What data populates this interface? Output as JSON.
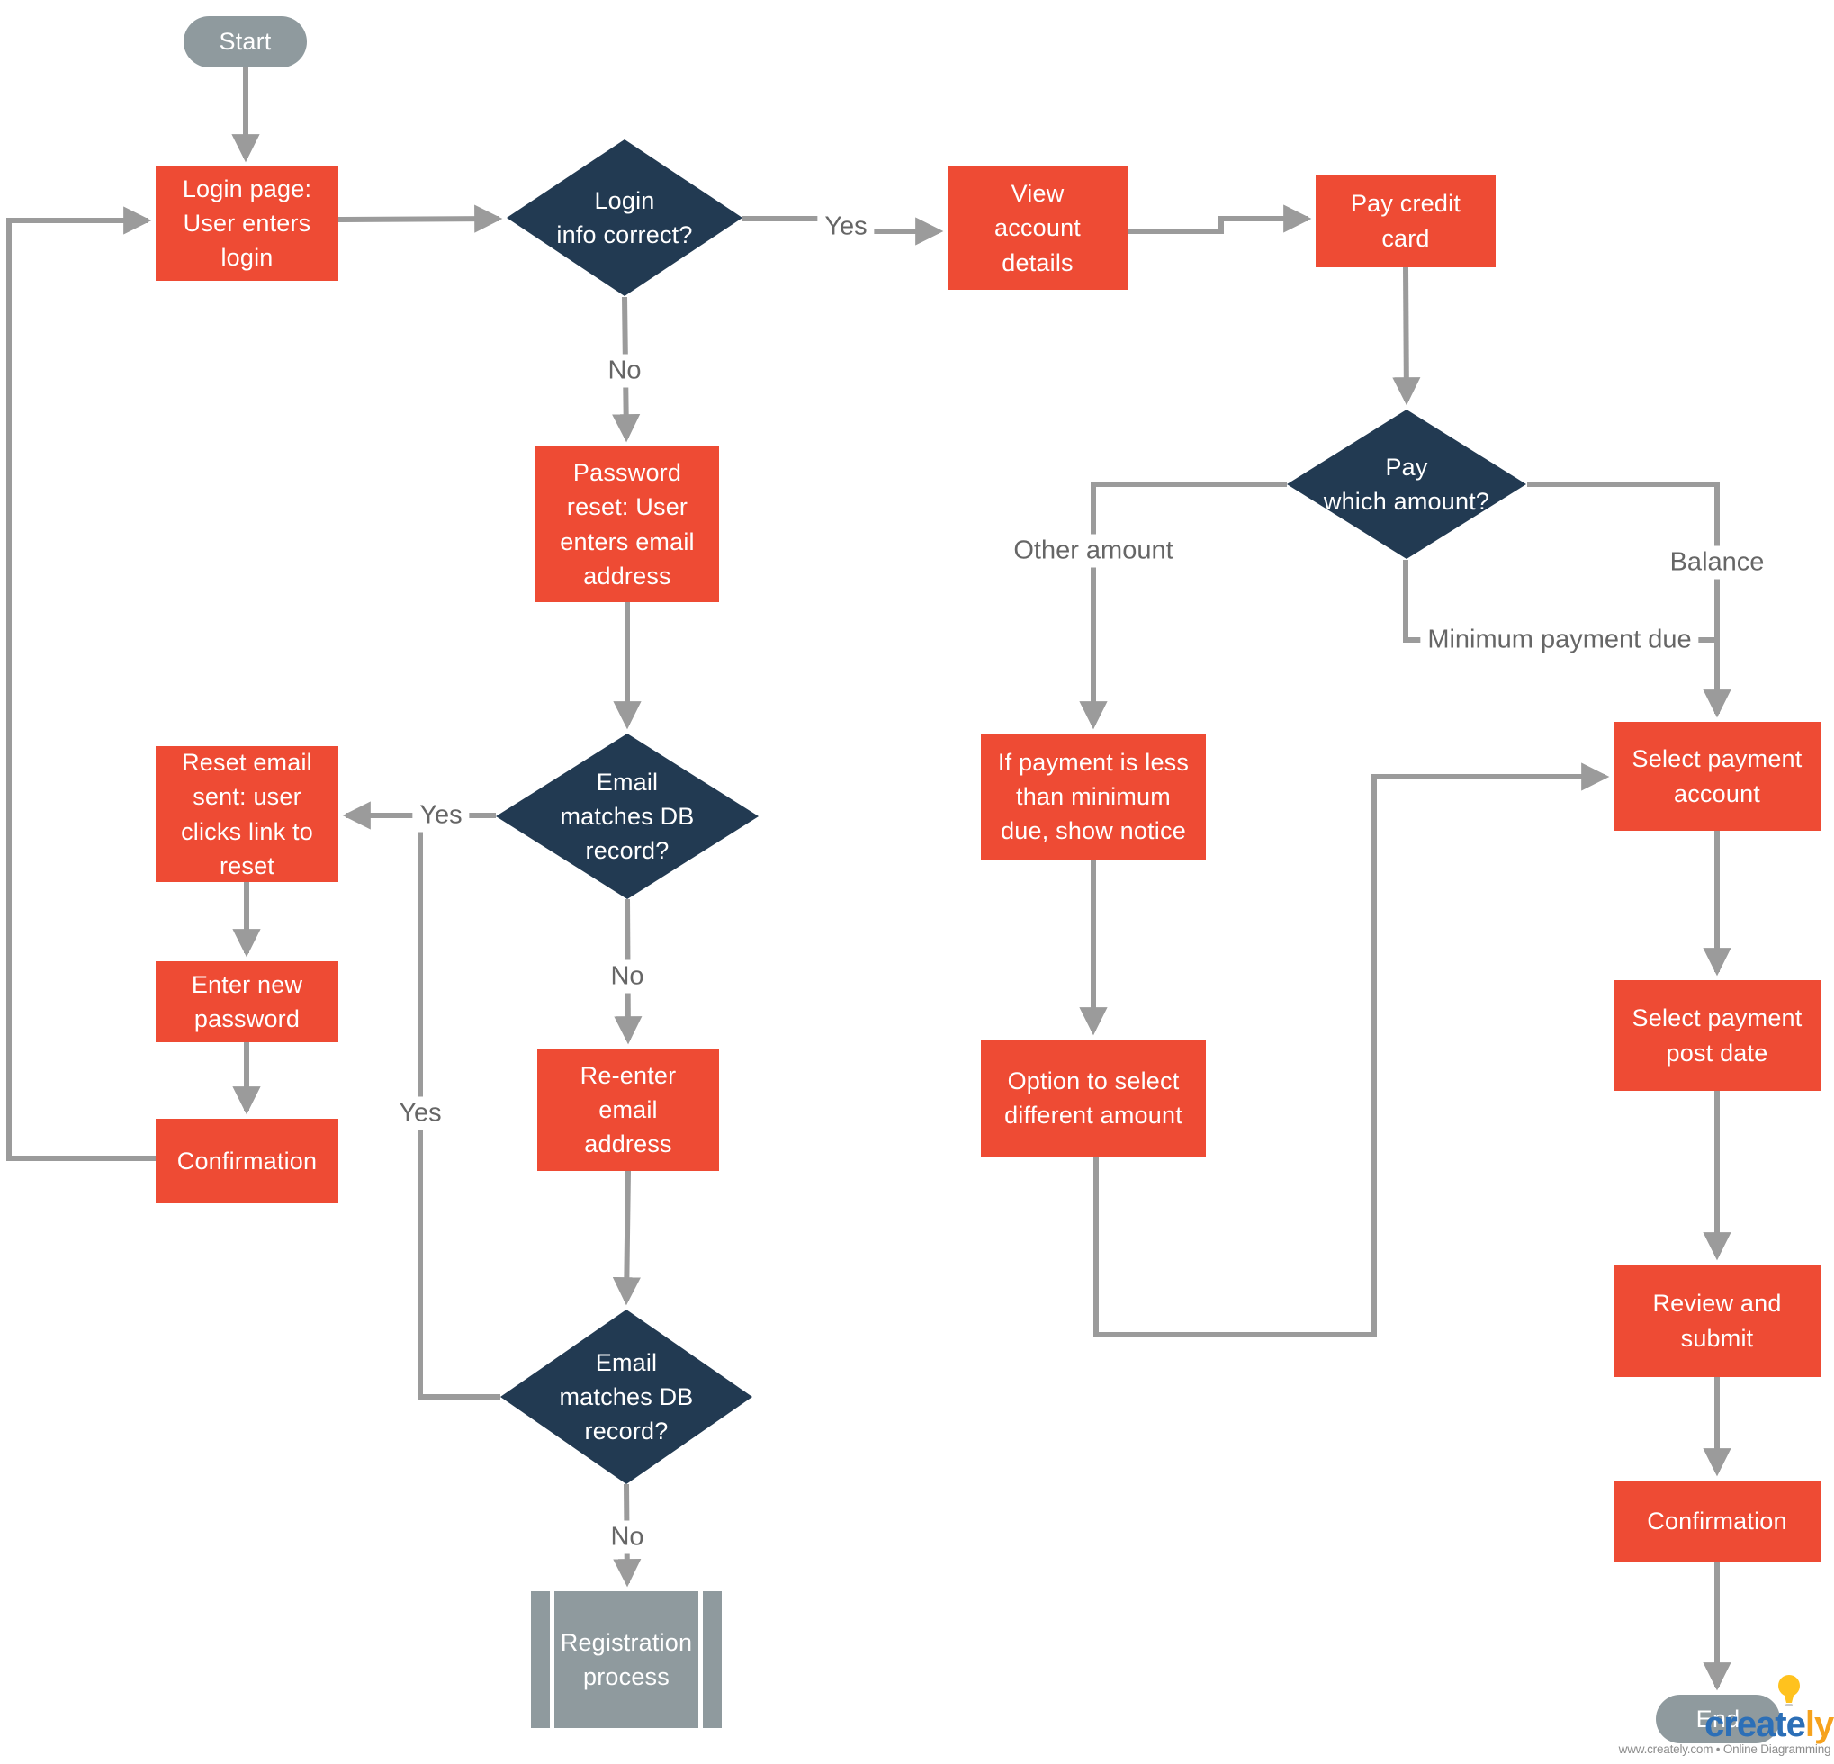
{
  "nodes": {
    "start": {
      "label": "Start"
    },
    "login": {
      "label": "Login page:\nUser enters\nlogin"
    },
    "d_login": {
      "label": "Login\ninfo correct?"
    },
    "view": {
      "label": "View\naccount\ndetails"
    },
    "paycc": {
      "label": "Pay credit\ncard"
    },
    "d_pay": {
      "label": "Pay\nwhich amount?"
    },
    "pwreset": {
      "label": "Password\nreset: User\nenters email\naddress"
    },
    "d_email1": {
      "label": "Email\nmatches DB\nrecord?"
    },
    "resetsent": {
      "label": "Reset email\nsent: user\nclicks link to\nreset"
    },
    "newpass": {
      "label": "Enter new\npassword"
    },
    "confirm1": {
      "label": "Confirmation"
    },
    "reenter": {
      "label": "Re-enter\nemail\naddress"
    },
    "d_email2": {
      "label": "Email\nmatches DB\nrecord?"
    },
    "registration": {
      "label": "Registration\nprocess"
    },
    "ifpay": {
      "label": "If payment is less\nthan minimum\ndue, show notice"
    },
    "option": {
      "label": "Option to select\ndifferent amount"
    },
    "selacct": {
      "label": "Select payment\naccount"
    },
    "postdate": {
      "label": "Select payment\npost date"
    },
    "review": {
      "label": "Review and\nsubmit"
    },
    "confirm2": {
      "label": "Confirmation"
    },
    "end": {
      "label": "End"
    }
  },
  "edge_labels": {
    "yes1": "Yes",
    "no1": "No",
    "yes2": "Yes",
    "no2": "No",
    "yes3": "Yes",
    "no3": "No",
    "other": "Other amount",
    "balance": "Balance",
    "minimum": "Minimum payment due"
  },
  "colors": {
    "red": "#EE4B34",
    "navy": "#223A52",
    "gray-shape": "#8F9A9E",
    "line": "#9B9B9B",
    "label": "#666666",
    "logo-blue": "#2C6FB7",
    "logo-orange": "#F6A21D"
  },
  "logo": {
    "text_blue": "create",
    "text_orange": "ly",
    "tagline": "www.creately.com • Online Diagramming"
  }
}
